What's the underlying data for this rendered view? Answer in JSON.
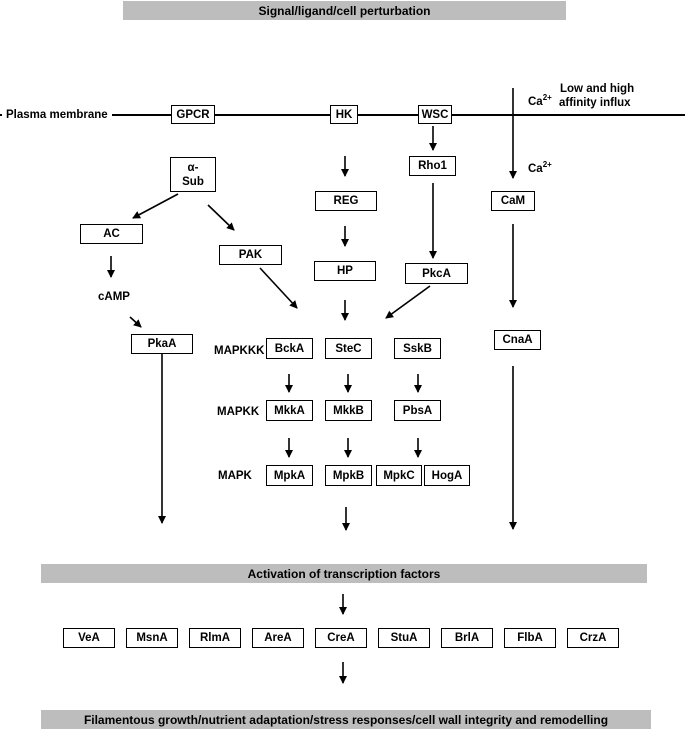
{
  "banners": {
    "top": "Signal/ligand/cell perturbation",
    "middle": "Activation of transcription factors",
    "bottom": "Filamentous growth/nutrient adaptation/stress responses/cell wall integrity and remodelling"
  },
  "membrane": {
    "label": "Plasma membrane",
    "receptors": [
      "GPCR",
      "HK",
      "WSC"
    ]
  },
  "calcium": {
    "ion": "Ca",
    "charge": "2+",
    "influx_line1": "Low and high",
    "influx_line2": "affinity influx"
  },
  "gpcr_branch": {
    "alpha_line1": "α-",
    "alpha_line2": "Sub",
    "ac": "AC",
    "camp": "cAMP",
    "pka": "PkaA",
    "pak": "PAK"
  },
  "hk_branch": {
    "reg": "REG",
    "hp": "HP"
  },
  "wsc_branch": {
    "rho": "Rho1",
    "pkc": "PkcA"
  },
  "ca_branch": {
    "cam": "CaM",
    "cna": "CnaA"
  },
  "mapk_levels": {
    "mapkkk_label": "MAPKKK",
    "mapkk_label": "MAPKK",
    "mapk_label": "MAPK",
    "mapkkk": [
      "BckA",
      "SteC",
      "SskB"
    ],
    "mapkk": [
      "MkkA",
      "MkkB",
      "PbsA"
    ],
    "mapk": [
      "MpkA",
      "MpkB",
      "MpkC",
      "HogA"
    ]
  },
  "transcription_factors": [
    "VeA",
    "MsnA",
    "RlmA",
    "AreA",
    "CreA",
    "StuA",
    "BrlA",
    "FlbA",
    "CrzA"
  ]
}
